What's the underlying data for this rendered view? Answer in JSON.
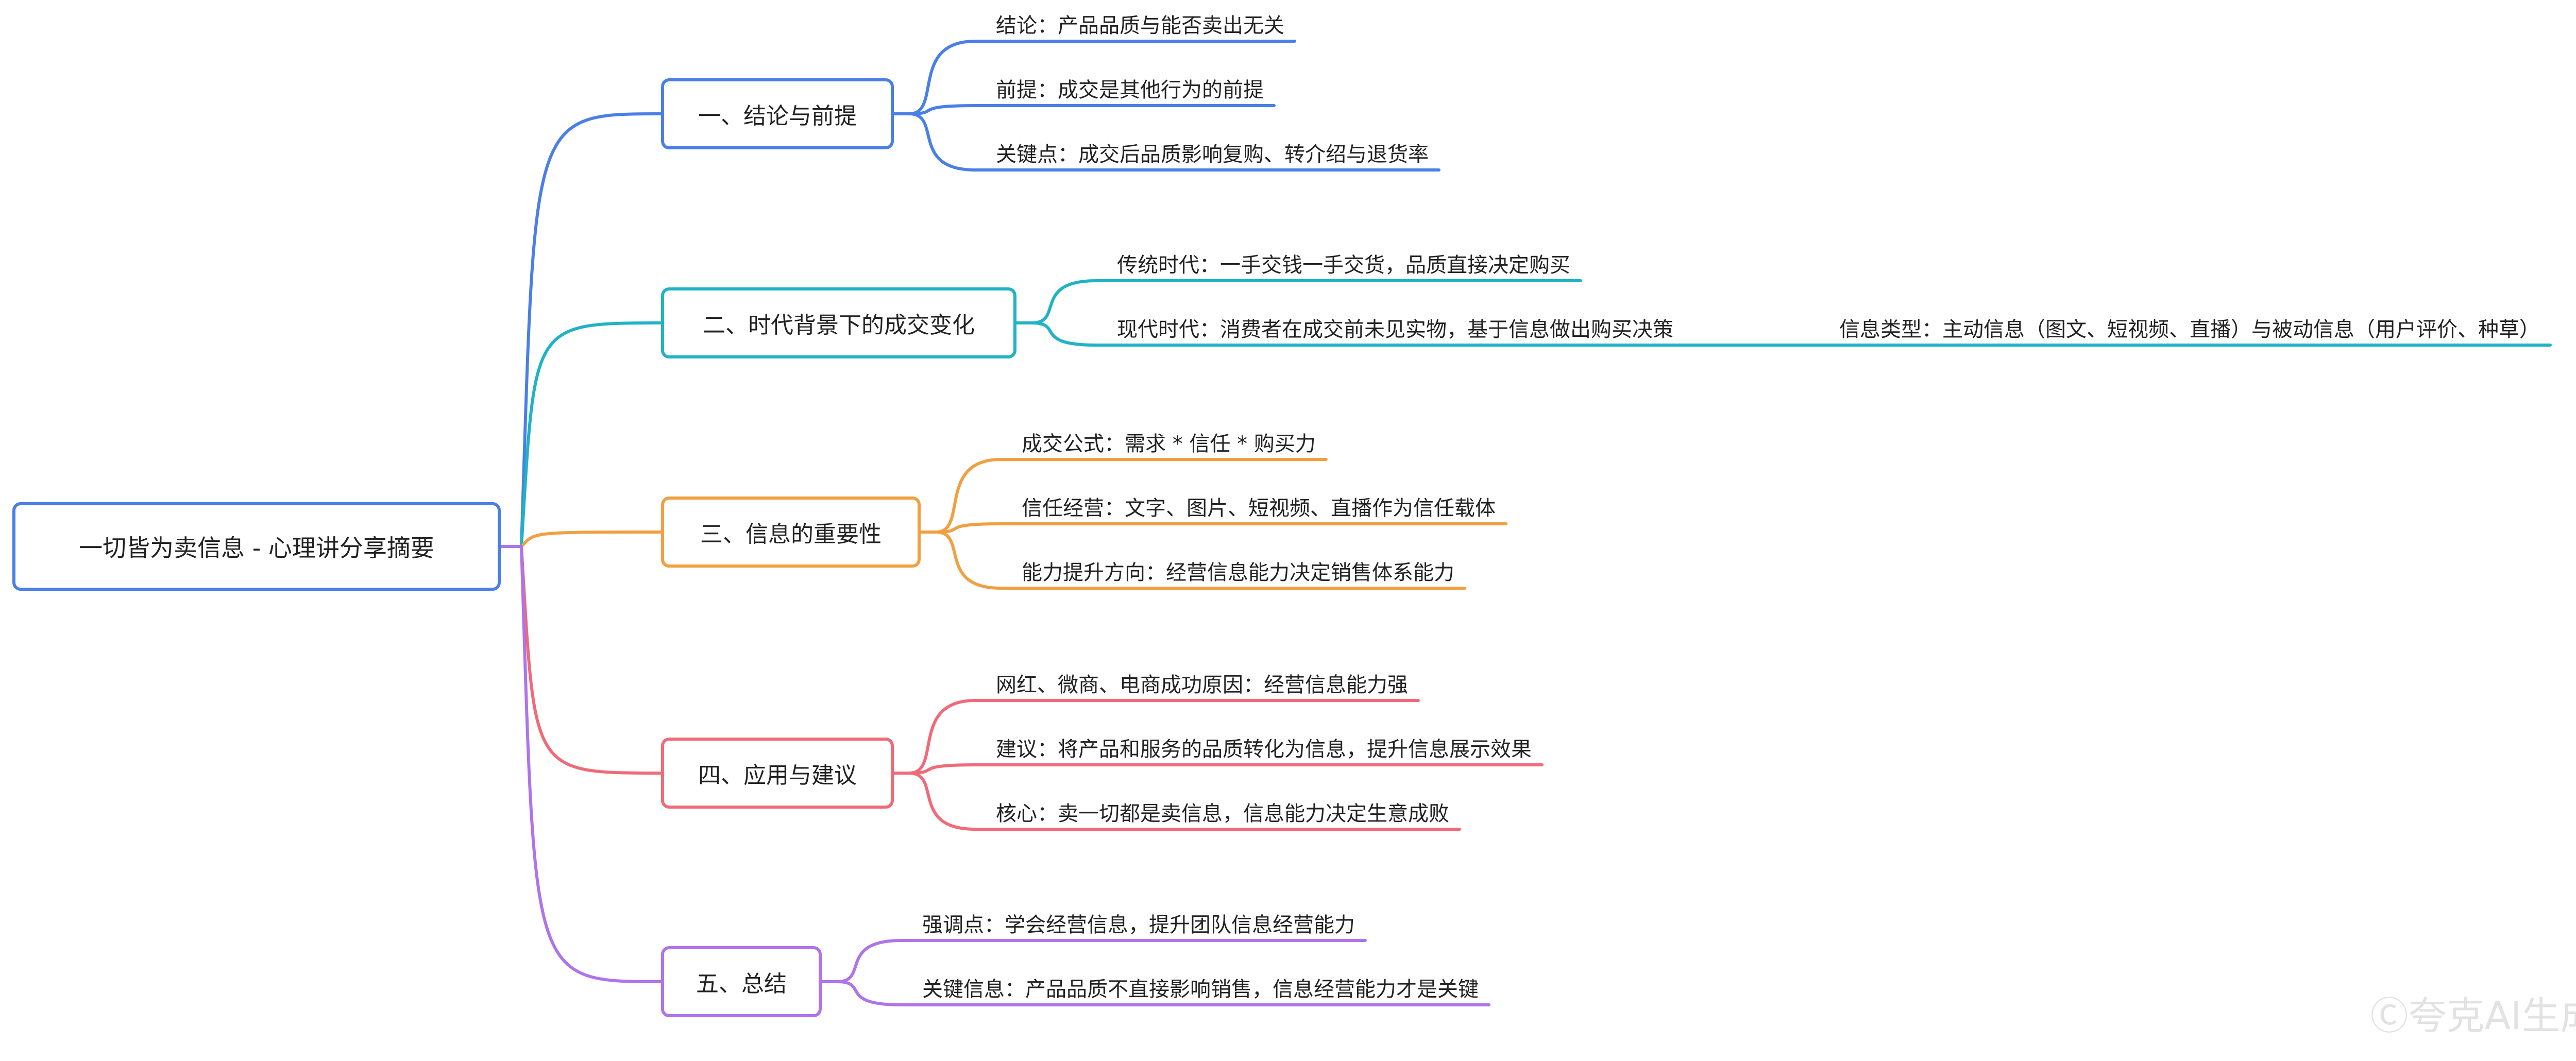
{
  "root": {
    "label": "一切皆为卖信息 - 心理讲分享摘要"
  },
  "branches": [
    {
      "label": "一、结论与前提",
      "color": "#4a7fe8",
      "leaves": [
        "结论：产品品质与能否卖出无关",
        "前提：成交是其他行为的前提",
        "关键点：成交后品质影响复购、转介绍与退货率"
      ]
    },
    {
      "label": "二、时代背景下的成交变化",
      "color": "#1fb3c4",
      "leaves": [
        "传统时代：一手交钱一手交货，品质直接决定购买",
        "现代时代：消费者在成交前未见实物，基于信息做出购买决策"
      ],
      "sub_leaf": "信息类型：主动信息（图文、短视频、直播）与被动信息（用户评价、种草）"
    },
    {
      "label": "三、信息的重要性",
      "color": "#f0a040",
      "leaves": [
        "成交公式：需求 * 信任 * 购买力",
        "信任经营：文字、图片、短视频、直播作为信任载体",
        "能力提升方向：经营信息能力决定销售体系能力"
      ]
    },
    {
      "label": "四、应用与建议",
      "color": "#ef6b78",
      "leaves": [
        "网红、微商、电商成功原因：经营信息能力强",
        "建议：将产品和服务的品质转化为信息，提升信息展示效果",
        "核心：卖一切都是卖信息，信息能力决定生意成败"
      ]
    },
    {
      "label": "五、总结",
      "color": "#ae74ea",
      "leaves": [
        "强调点：学会经营信息，提升团队信息经营能力",
        "关键信息：产品品质不直接影响销售，信息经营能力才是关键"
      ]
    }
  ],
  "watermark": "Ⓒ夸克AI生成"
}
